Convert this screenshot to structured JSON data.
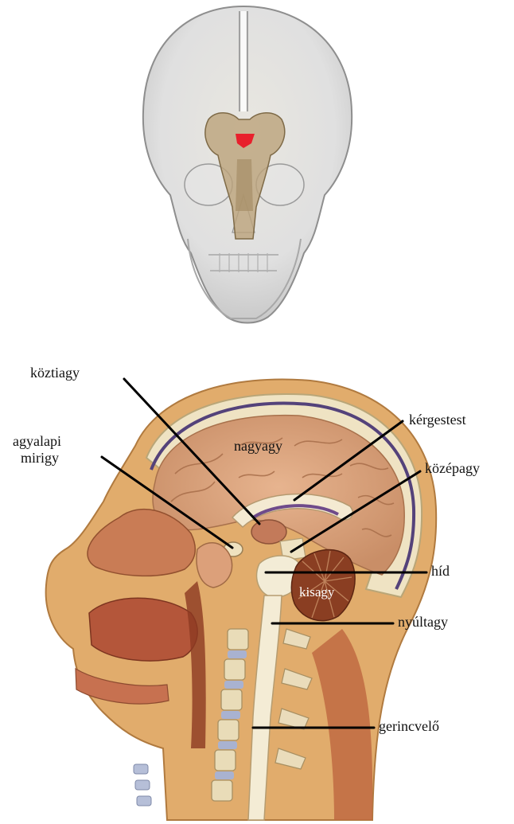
{
  "colors": {
    "highlight": "#e8202c",
    "brain_tissue": "#d9a07c",
    "skin": "#d8a060",
    "muscle": "#b8623a",
    "bone": "#efe6c8",
    "label_text": "#111111"
  },
  "labels": {
    "koztiagy": "köztiagy",
    "agyalapi_line1": "agyalapi",
    "agyalapi_line2": "mirigy",
    "nagyagy": "nagyagy",
    "kergestest": "kérgestest",
    "kozepagy": "középagy",
    "hid": "híd",
    "kisagy": "kisagy",
    "nyultagy": "nyúltagy",
    "gerincvelo": "gerincvelő"
  },
  "icons": {
    "top_figure": "transparent-skull-brain-icon",
    "bottom_figure": "head-sagittal-section-icon"
  }
}
